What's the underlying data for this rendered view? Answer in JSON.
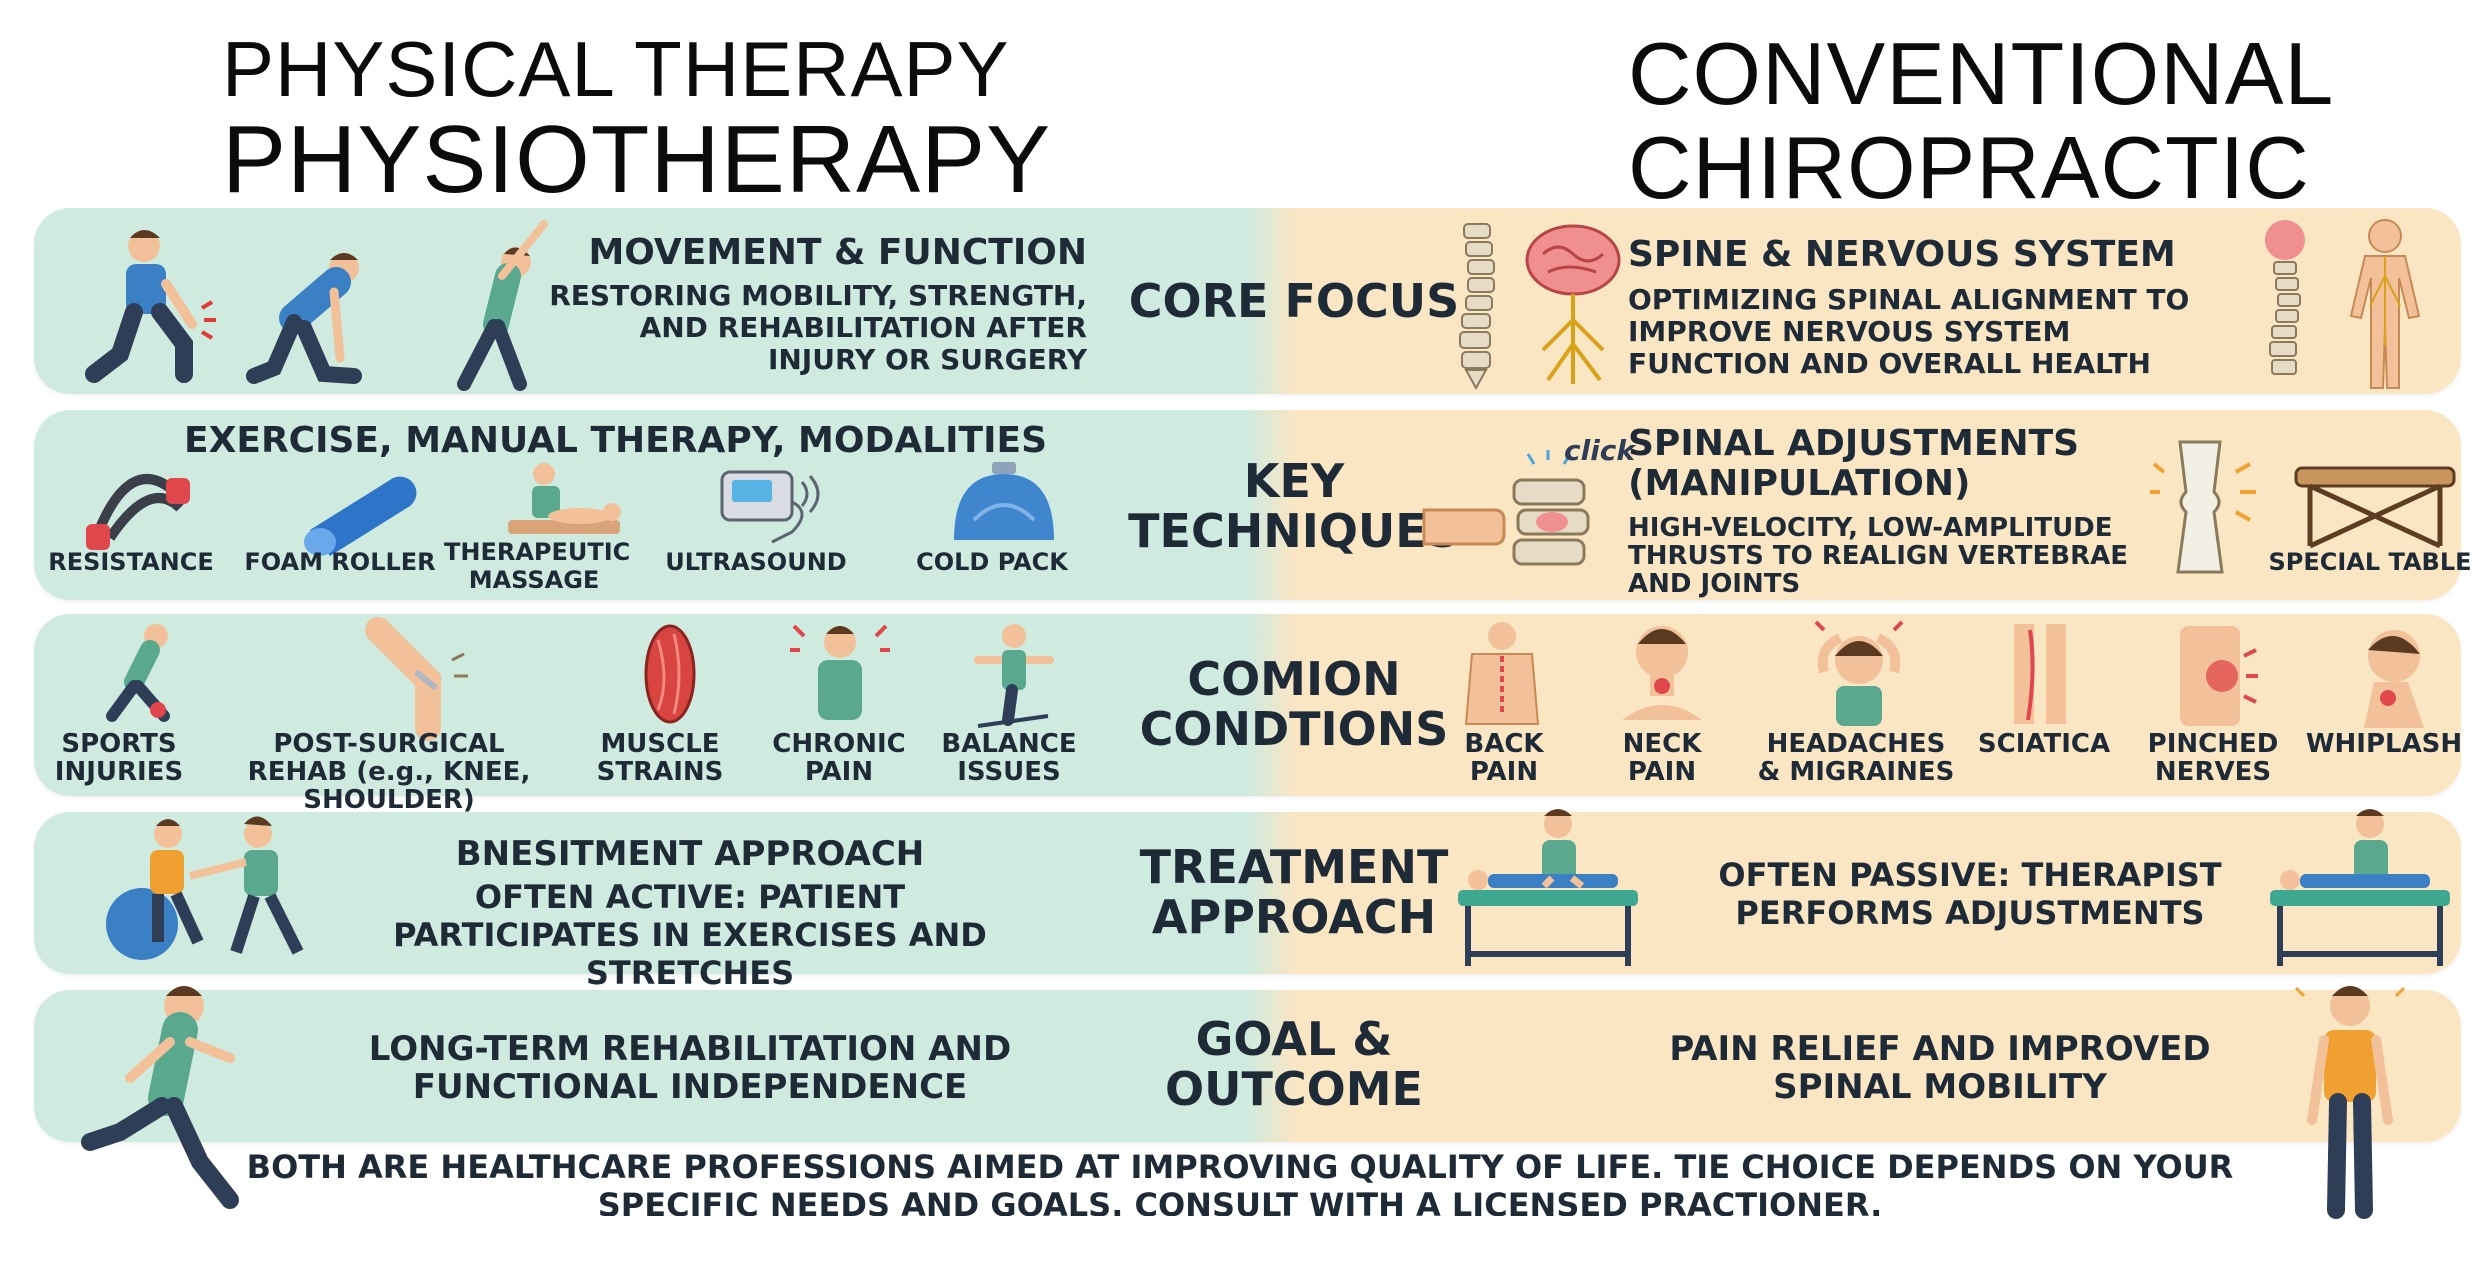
{
  "header": {
    "left_line1": "PHYSICAL THERAPY",
    "left_line2": "PHYSIOTHERAPY",
    "right_line1": "CONVENTIONAL",
    "right_line2": "CHIROPRACTIC"
  },
  "rows": {
    "core": {
      "label": "CORE FOCUS",
      "left_heading": "MOVEMENT & FUNCTION",
      "left_text": "RESTORING MOBILITY, STRENGTH, AND REHABILITATION AFTER INJURY OR SURGERY",
      "right_heading": "SPINE & NERVOUS SYSTEM",
      "right_text": "OPTIMIZING SPINAL ALIGNMENT TO IMPROVE NERVOUS SYSTEM FUNCTION AND OVERALL HEALTH"
    },
    "techniques": {
      "label_line1": "KEY",
      "label_line2": "TECHNIQUES",
      "left_heading": "EXERCISE, MANUAL THERAPY,  MODALITIES",
      "left_items": [
        "RESISTANCE",
        "FOAM ROLLER",
        "THERAPEUTIC MASSAGE",
        "ULTRASOUND",
        "COLD PACK"
      ],
      "click_text": "click",
      "right_heading_line1": "SPINAL ADJUSTMENTS",
      "right_heading_line2": "(MANIPULATION)",
      "right_text": "HIGH-VELOCITY, LOW-AMPLITUDE THRUSTS TO REALIGN VERTEBRAE AND JOINTS",
      "right_item": "SPECIAL TABLE"
    },
    "conditions": {
      "label_line1": "COMION",
      "label_line2": "CONDTIONS",
      "left_items": [
        "SPORTS INJURIES",
        "POST-SURGICAL REHAB (e.g., KNEE, SHOULDER)",
        "MUSCLE STRAINS",
        "CHRONIC PAIN",
        "BALANCE ISSUES"
      ],
      "right_items": [
        "BACK PAIN",
        "NECK PAIN",
        "HEADACHES & MIGRAINES",
        "SCIATICA",
        "PINCHED NERVES",
        "WHIPLASH"
      ]
    },
    "approach": {
      "label_line1": "TREATMENT",
      "label_line2": "APPROACH",
      "left_heading": "BNESITMENT APPROACH",
      "left_text": "OFTEN ACTIVE: PATIENT PARTICIPATES IN EXERCISES AND STRETCHES",
      "right_text": "OFTEN PASSIVE: THERAPIST PERFORMS ADJUSTMENTS"
    },
    "goal": {
      "label_line1": "GOAL &",
      "label_line2": "OUTCOME",
      "left_text": "LONG-TERM REHABILITATION AND FUNCTIONAL INDEPENDENCE",
      "right_text": "PAIN RELIEF AND IMPROVED SPINAL MOBILITY"
    }
  },
  "footer": {
    "line1": "BOTH ARE HEALTHCARE PROFESSIONS AIMED AT IMPROVING QUALITY OF LIFE. TIE CHOICE DEPENDS ON YOUR",
    "line2": "SPECIFIC NEEDS AND GOALS. CONSULT WITH A LICENSED PRACTIONER."
  },
  "colors": {
    "left_panel": "#cfeadf",
    "right_panel": "#fbe6c3",
    "text": "#1f2a37",
    "accent_skin": "#f2c199",
    "accent_shirt": "#5aa98f",
    "accent_blue": "#3b7fc4"
  }
}
